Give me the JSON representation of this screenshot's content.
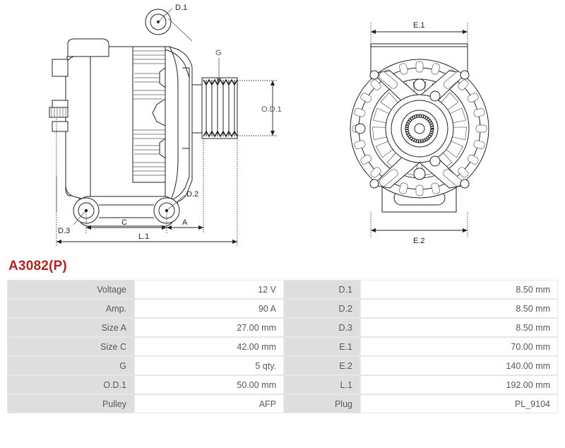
{
  "part": {
    "title": "A3082(P)",
    "title_color": "#b02423"
  },
  "drawings": {
    "left_view_name": "alternator-side-view",
    "right_view_name": "alternator-end-view",
    "callouts": {
      "d1": "D.1",
      "d2": "D.2",
      "d3": "D.3",
      "g": "G",
      "od1": "O.D.1",
      "a": "A",
      "c": "C",
      "l1": "L.1",
      "e1": "E.1",
      "e2": "E.2"
    },
    "pulley_groove_count": 5
  },
  "spec_table": {
    "rows": [
      {
        "label": "Voltage",
        "value": "12 V",
        "label2": "D.1",
        "value2": "8.50 mm"
      },
      {
        "label": "Amp.",
        "value": "90 A",
        "label2": "D.2",
        "value2": "8.50 mm"
      },
      {
        "label": "Size A",
        "value": "27.00 mm",
        "label2": "D.3",
        "value2": "8.50 mm"
      },
      {
        "label": "Size C",
        "value": "42.00 mm",
        "label2": "E.1",
        "value2": "70.00 mm"
      },
      {
        "label": "G",
        "value": "5 qty.",
        "label2": "E.2",
        "value2": "140.00 mm"
      },
      {
        "label": "O.D.1",
        "value": "50.00 mm",
        "label2": "L.1",
        "value2": "192.00 mm"
      },
      {
        "label": "Pulley",
        "value": "AFP",
        "label2": "Plug",
        "value2": "PL_9104"
      }
    ]
  }
}
